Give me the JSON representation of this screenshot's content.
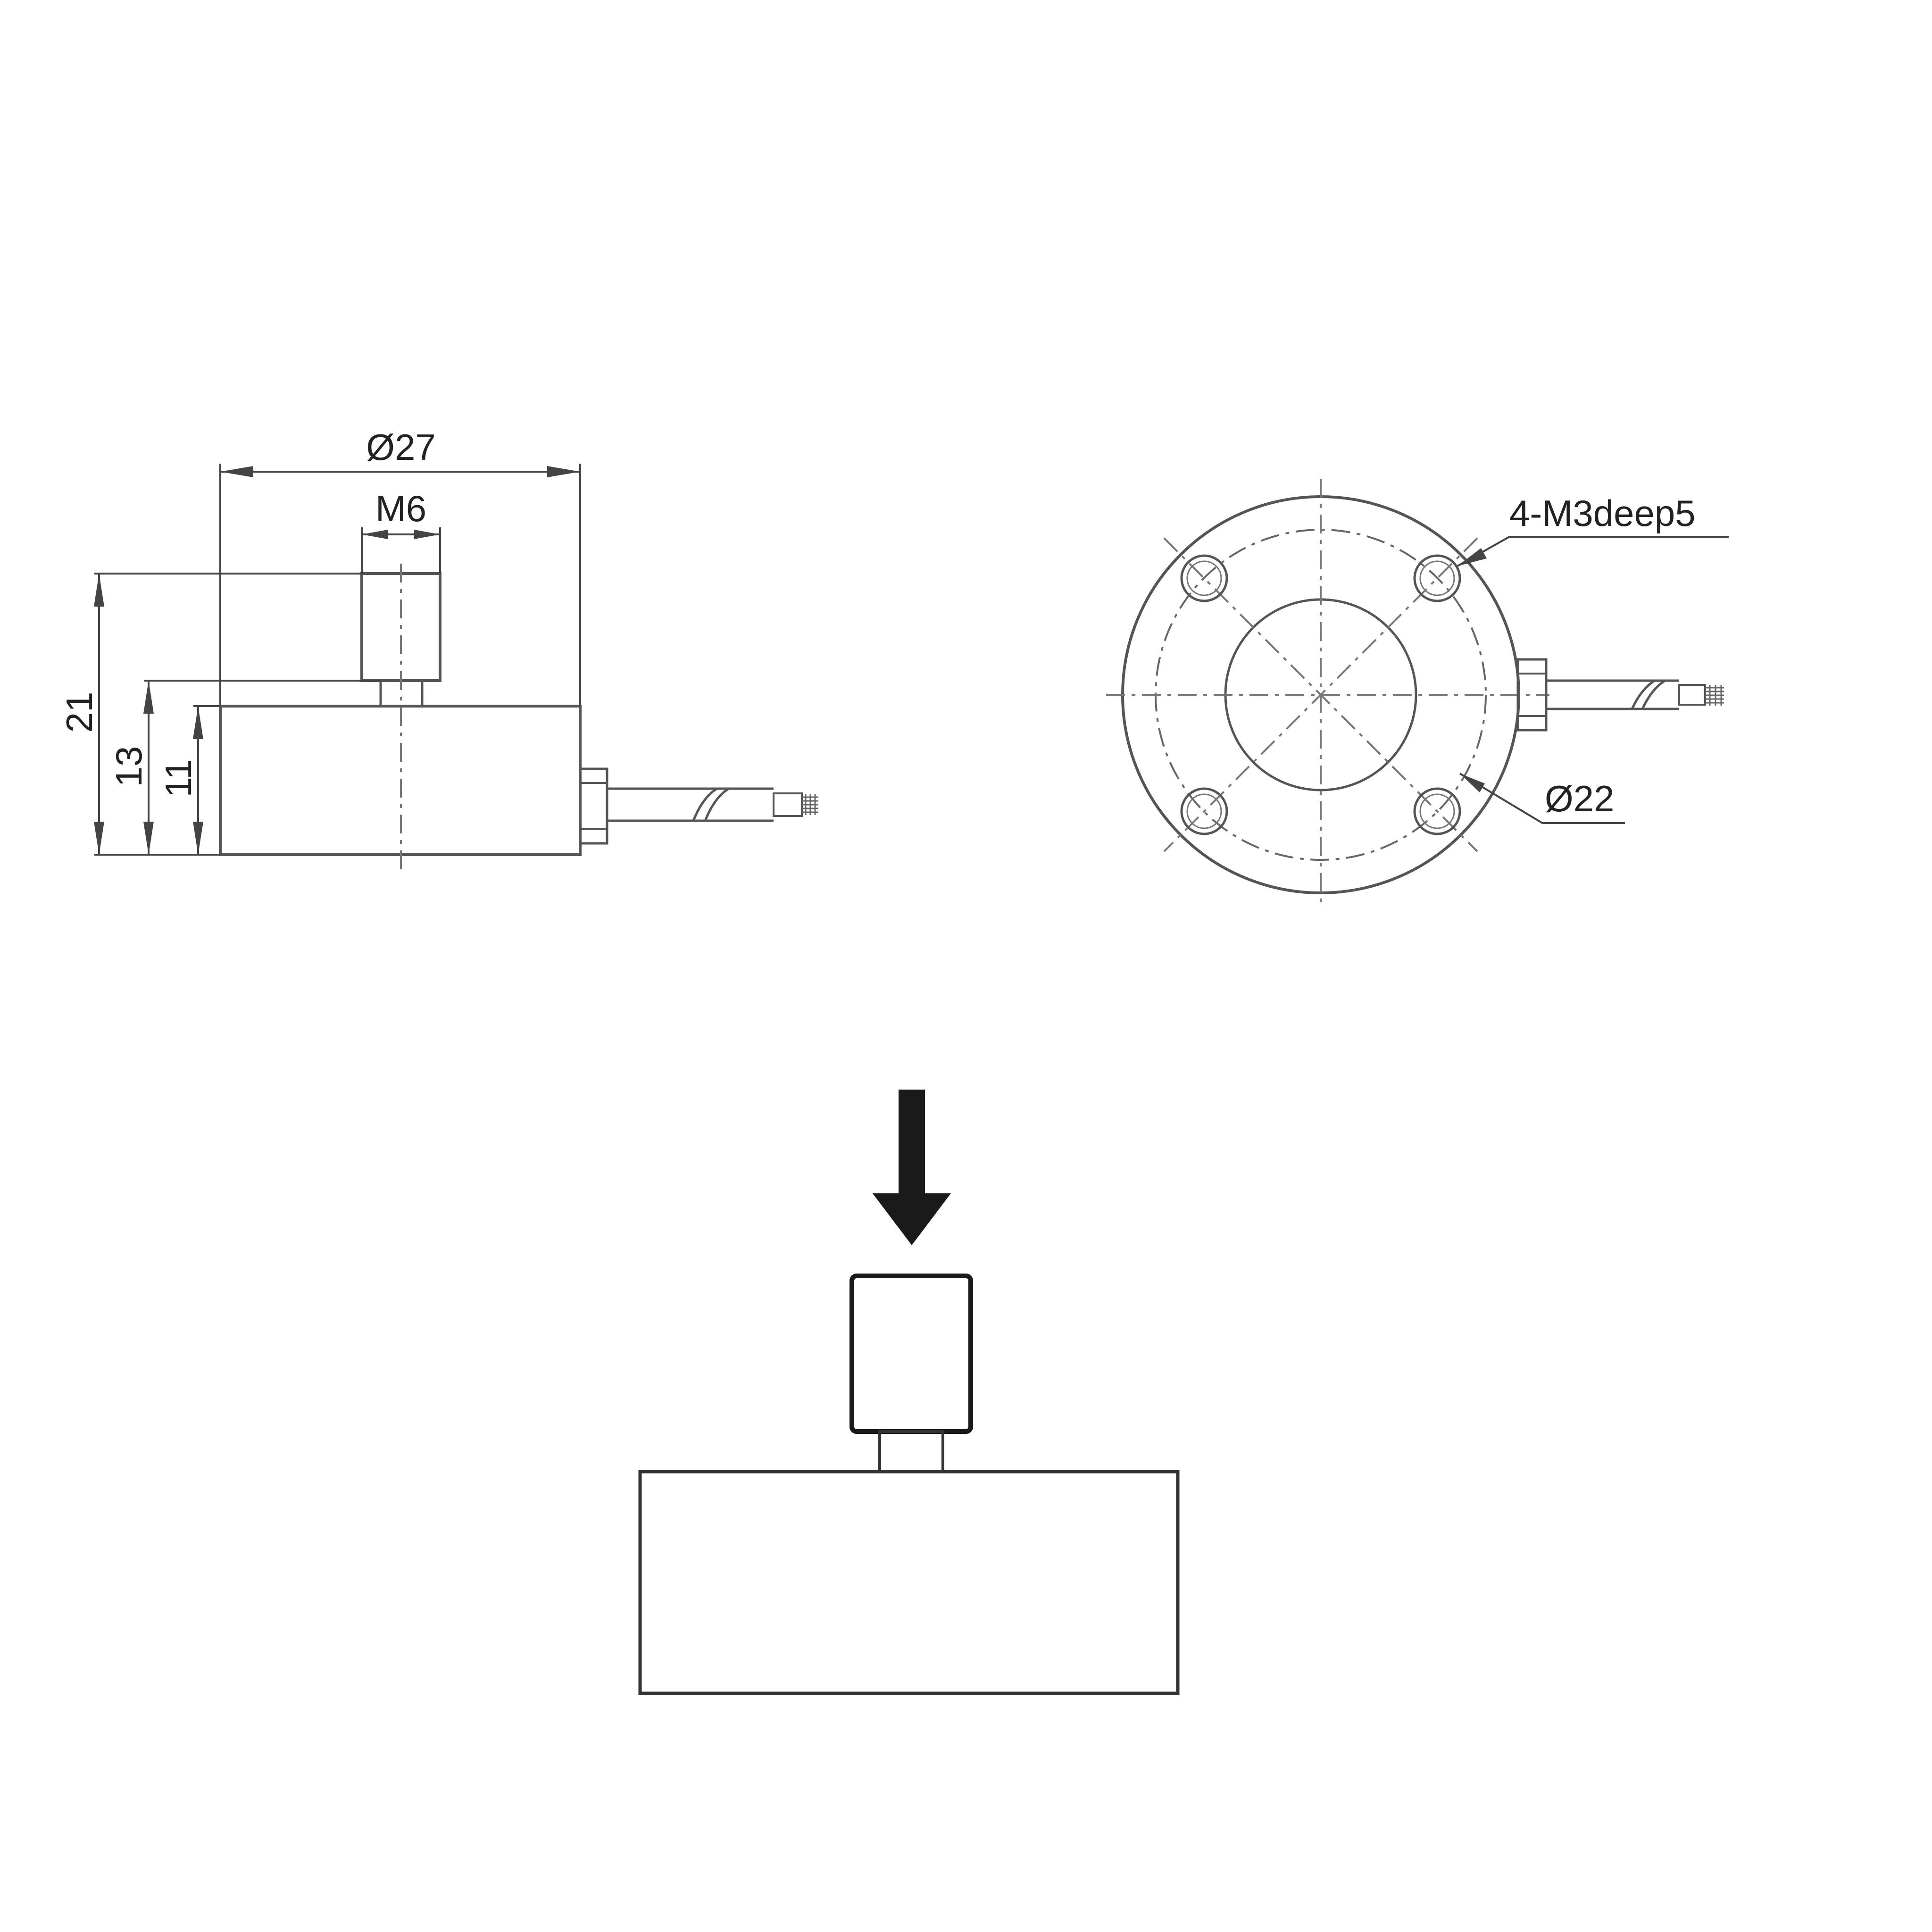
{
  "colors": {
    "background": "#ffffff",
    "outline": "#555555",
    "dimension": "#444444",
    "centerline": "#777777",
    "heavy": "#1a1a1a"
  },
  "side_view": {
    "dim_diameter": "Ø27",
    "dim_thread": "M6",
    "dim_total_height": "21",
    "dim_shoulder_height": "13",
    "dim_body_height": "11"
  },
  "top_view": {
    "hole_callout": "4-M3deep5",
    "pitch_circle": "Ø22"
  },
  "load_diagram": {
    "arrow_direction": "down"
  }
}
